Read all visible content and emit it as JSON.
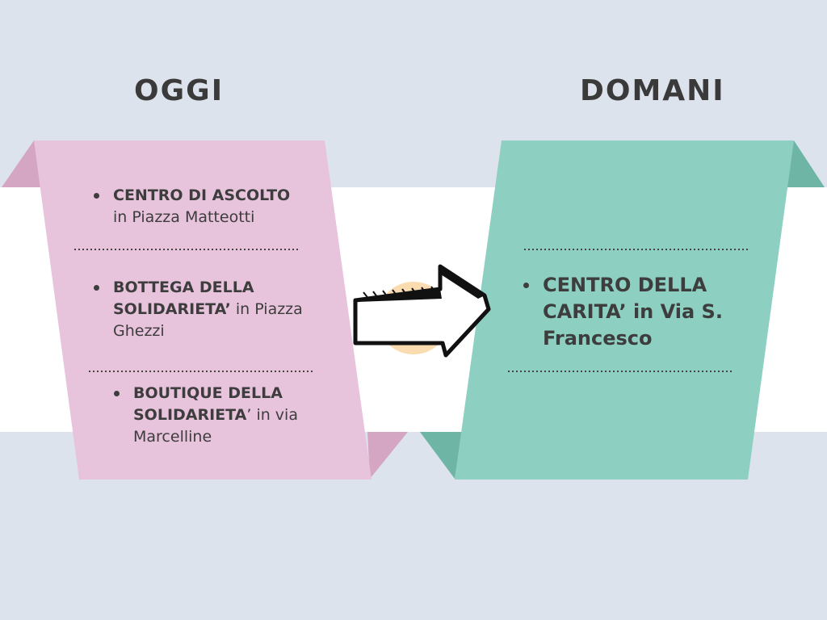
{
  "headings": {
    "left": "OGGI",
    "right": "DOMANI"
  },
  "today": {
    "items": [
      {
        "bold": "CENTRO DI ASCOLTO",
        "rest": " in Piazza Matteotti"
      },
      {
        "bold": "BOTTEGA DELLA SOLIDARIETA’",
        "rest": "  in Piazza Ghezzi"
      },
      {
        "bold": "BOUTIQUE DELLA SOLIDARIETA",
        "rest": "’ in via Marcelline"
      }
    ]
  },
  "tomorrow": {
    "items": [
      {
        "bold": "CENTRO DELLA CARITA’ in Via S. Francesco",
        "rest": ""
      }
    ]
  },
  "colors": {
    "background": "#dde3ec",
    "band": "#ffffff",
    "left_panel": "#e8c3dc",
    "left_fold": "#d4a6c4",
    "right_panel": "#8dd0c2",
    "right_fold": "#6fb5a6",
    "arrow_accent": "#fadcb0",
    "text": "#3a3a3a"
  },
  "icons": {
    "center": "hand-drawn-right-arrow-icon"
  }
}
